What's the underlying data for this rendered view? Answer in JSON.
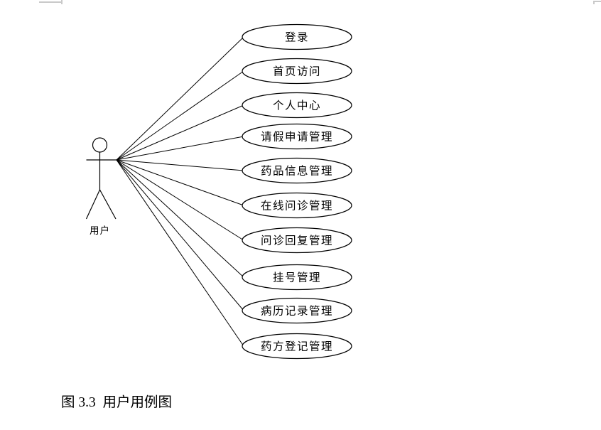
{
  "diagram": {
    "actor": {
      "label": "用户"
    },
    "usecases": [
      {
        "label": "登录"
      },
      {
        "label": "首页访问"
      },
      {
        "label": "个人中心"
      },
      {
        "label": "请假申请管理"
      },
      {
        "label": "药品信息管理"
      },
      {
        "label": "在线问诊管理"
      },
      {
        "label": "问诊回复管理"
      },
      {
        "label": "挂号管理"
      },
      {
        "label": "病历记录管理"
      },
      {
        "label": "药方登记管理"
      }
    ]
  },
  "caption": "图 3.3  用户用例图",
  "colors": {
    "stroke": "#000000",
    "background": "#ffffff",
    "margin_mark": "#c9c9c9"
  }
}
